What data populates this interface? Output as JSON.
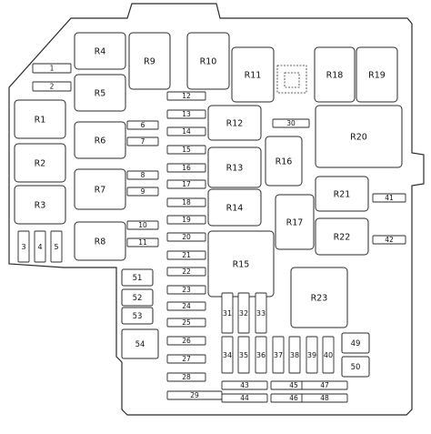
{
  "diagram": {
    "colors": {
      "stroke": "#2b2b2b",
      "fill": "#ffffff",
      "text": "#111111"
    },
    "relays": [
      "R4",
      "R9",
      "R10",
      "R11",
      "R18",
      "R19",
      "R5",
      "R1",
      "R12",
      "R20",
      "R6",
      "R2",
      "R13",
      "R16",
      "R7",
      "R21",
      "R3",
      "R14",
      "R17",
      "R8",
      "R22",
      "R15",
      "R23"
    ],
    "fuses": [
      "1",
      "2",
      "3",
      "4",
      "5",
      "6",
      "7",
      "8",
      "9",
      "10",
      "11",
      "12",
      "13",
      "14",
      "15",
      "16",
      "17",
      "18",
      "19",
      "20",
      "21",
      "22",
      "23",
      "24",
      "25",
      "26",
      "27",
      "28",
      "29",
      "30",
      "31",
      "32",
      "33",
      "34",
      "35",
      "36",
      "37",
      "38",
      "39",
      "40",
      "41",
      "42",
      "43",
      "44",
      "45",
      "46",
      "47",
      "48",
      "49",
      "50",
      "51",
      "52",
      "53",
      "54"
    ]
  }
}
